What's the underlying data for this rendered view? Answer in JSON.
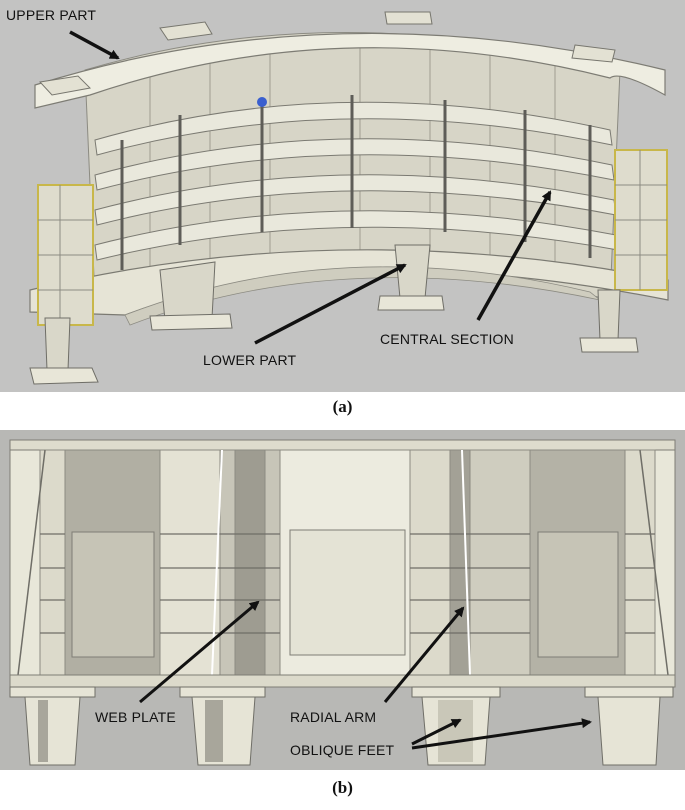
{
  "panel_a": {
    "caption": "(a)",
    "labels": {
      "upper_part": "UPPER PART",
      "central_section": "CENTRAL SECTION",
      "lower_part": "LOWER PART"
    }
  },
  "panel_b": {
    "caption": "(b)",
    "labels": {
      "web_plate": "WEB PLATE",
      "radial_arm": "RADIAL ARM",
      "oblique_feet": "OBLIQUE FEET"
    }
  },
  "colors": {
    "background_a": "#c3c3c2",
    "background_b": "#b8b8b5",
    "structure_light": "#eeede1",
    "structure_mid": "#d8d6c6",
    "structure_dark": "#a9a79a",
    "edge_yellow": "#c8b74a",
    "arrow": "#111111"
  }
}
